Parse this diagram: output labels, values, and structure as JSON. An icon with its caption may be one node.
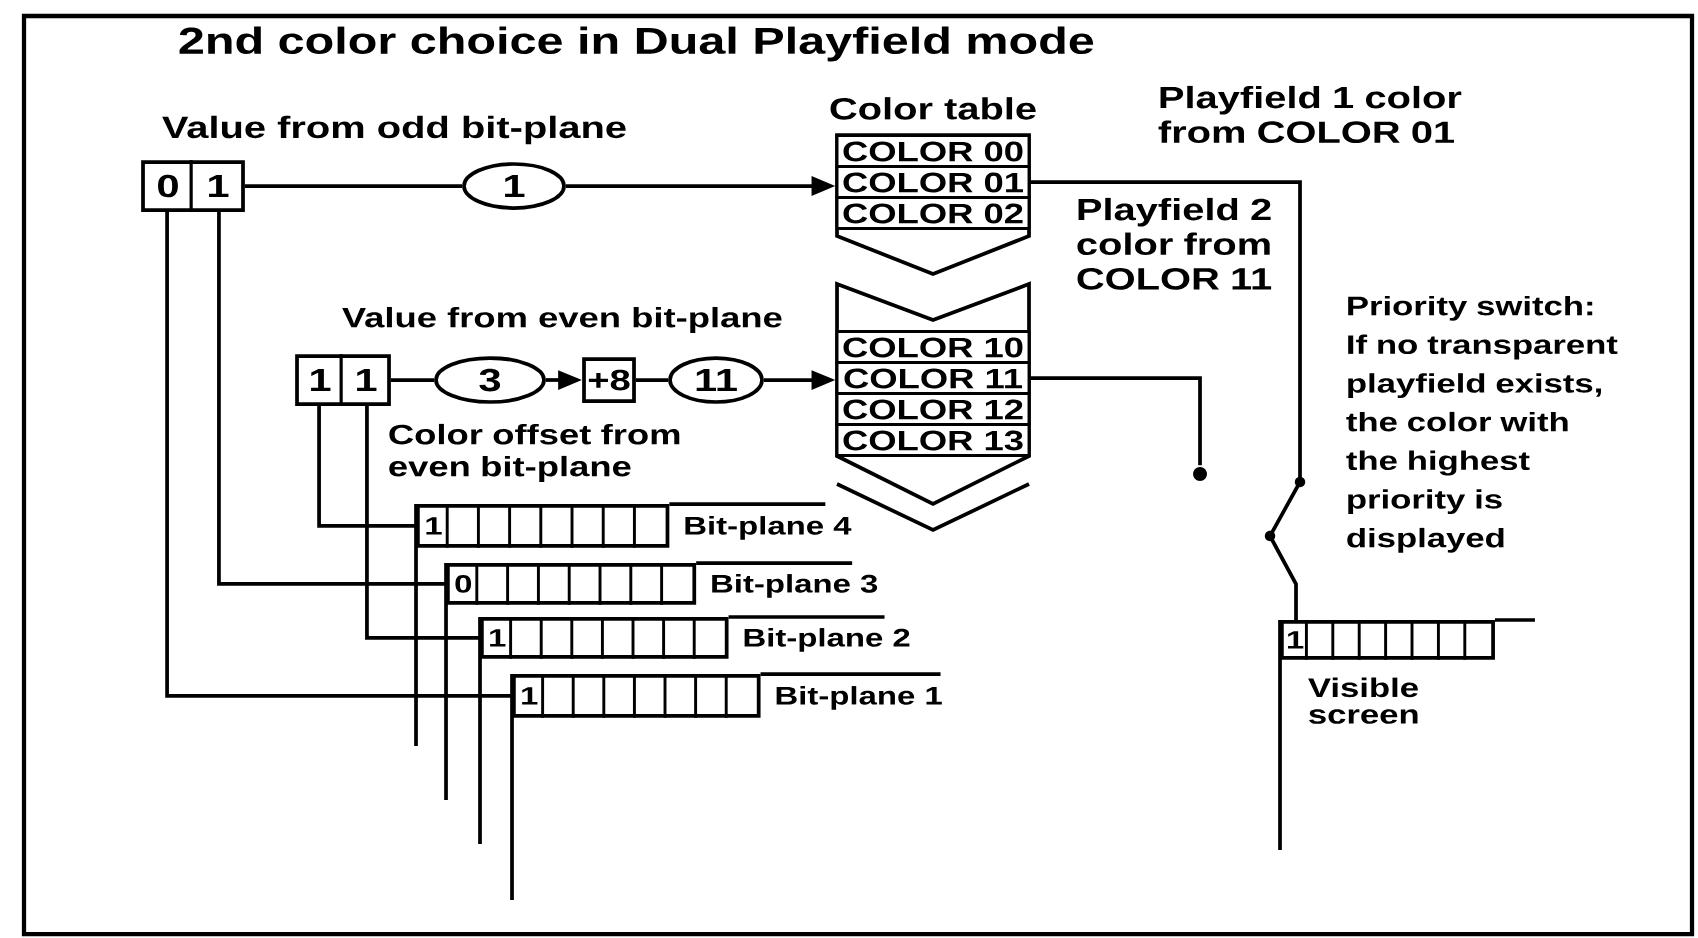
{
  "diagram": {
    "title": "2nd color choice in Dual Playfield mode",
    "nodes": [
      {
        "text": [
          "0",
          "1"
        ],
        "beside": [
          "Value from odd bit-plane"
        ]
      },
      {
        "text": [
          "1"
        ]
      },
      {
        "text": [
          "Color table"
        ]
      },
      {
        "text": [
          "COLOR 00"
        ],
        "in": 2
      },
      {
        "text": [
          "COLOR 01"
        ],
        "in": 2
      },
      {
        "text": [
          "COLOR 02"
        ],
        "in": 2
      },
      {
        "text": [
          "COLOR 10"
        ],
        "in": 2
      },
      {
        "text": [
          "COLOR 11"
        ],
        "in": 2
      },
      {
        "text": [
          "COLOR 12"
        ],
        "in": 2
      },
      {
        "text": [
          "COLOR 13"
        ],
        "in": 2
      },
      {
        "text": [
          "1",
          "1"
        ],
        "beside": [
          "Value from even bit-plane"
        ]
      },
      {
        "text": [
          "3"
        ]
      },
      {
        "text": [
          "+8"
        ]
      },
      {
        "text": [
          "11"
        ]
      },
      {
        "text": [
          "1"
        ],
        "beside": [
          "Bit-plane 4"
        ]
      },
      {
        "text": [
          "0"
        ],
        "beside": [
          "Bit-plane 3"
        ]
      },
      {
        "text": [
          "1"
        ],
        "beside": [
          "Bit-plane 2"
        ]
      },
      {
        "text": [
          "1"
        ],
        "beside": [
          "Bit-plane 1"
        ]
      },
      {
        "text": [
          "1"
        ],
        "beside": [
          "Visible screen"
        ]
      },
      {
        "text": [],
        "shape": "circle"
      }
    ],
    "edges": [
      {
        "from": 0,
        "to": 1,
        "arrow": "none"
      },
      {
        "from": 1,
        "to": 4,
        "arrow": "to"
      },
      {
        "from": 10,
        "to": 11,
        "arrow": "none"
      },
      {
        "from": 11,
        "to": 12,
        "arrow": "to"
      },
      {
        "from": 12,
        "to": 13,
        "arrow": "none"
      },
      {
        "from": 13,
        "to": 7,
        "arrow": "to"
      },
      {
        "from": 0,
        "to": 17,
        "arrow": "none"
      },
      {
        "from": 0,
        "to": 15,
        "arrow": "none"
      },
      {
        "from": 10,
        "to": 14,
        "arrow": "none"
      },
      {
        "from": 10,
        "to": 16,
        "arrow": "none"
      },
      {
        "from": 4,
        "to": 18,
        "arrow": "none"
      },
      {
        "from": 7,
        "to": 19,
        "arrow": "none"
      }
    ],
    "labels": [
      "Color offset from even bit-plane",
      "Playfield 1 color from COLOR 01",
      "Playfield 2 color from COLOR 11",
      "Priority switch: If no transparent playfield exists, the color with the highest priority is displayed"
    ]
  }
}
